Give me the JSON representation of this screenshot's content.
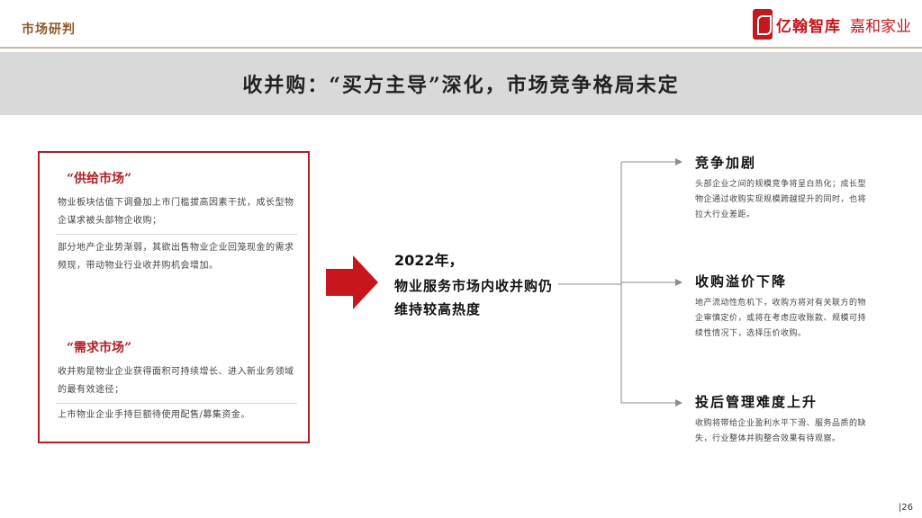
{
  "header": {
    "section_tag": "市场研判",
    "logo_primary": "亿翰智库",
    "logo_secondary": "嘉和家业",
    "accent_color": "#c8161d"
  },
  "title": "收并购：“买方主导”深化，市场竞争格局未定",
  "left_box": {
    "supply_heading": "“供给市场”",
    "supply_p1": "物业板块估值下调叠加上市门槛拔高因素干扰，成长型物企谋求被头部物企收购；",
    "supply_p2": "部分地产企业势渐弱，其欲出售物业企业回笼现金的需求频现，带动物业行业收并购机会增加。",
    "demand_heading": "“需求市场”",
    "demand_p1": "收并购是物业企业获得面积可持续增长、进入新业务领域的最有效途径；",
    "demand_p2": "上市物业企业手持巨额待使用配售/募集资金。"
  },
  "center": {
    "year": "2022年，",
    "text": "物业服务市场内收并购仍维持较高热度"
  },
  "outcomes": [
    {
      "title": "竞争加剧",
      "body": "头部企业之间的规模竞争将呈白热化；成长型物企通过收购实现规模跨越提升的同时，也将拉大行业差距。"
    },
    {
      "title": "收购溢价下降",
      "body": "地产流动性危机下，收购方将对有关联方的物企审慎定价，或将在考虑应收账款、规模可持续性情况下，选择压价收购。"
    },
    {
      "title": "投后管理难度上升",
      "body": "收购将带给企业盈利水平下滑、服务品质的缺失，行业整体并购整合效果有待观察。"
    }
  ],
  "page_number": "|26"
}
